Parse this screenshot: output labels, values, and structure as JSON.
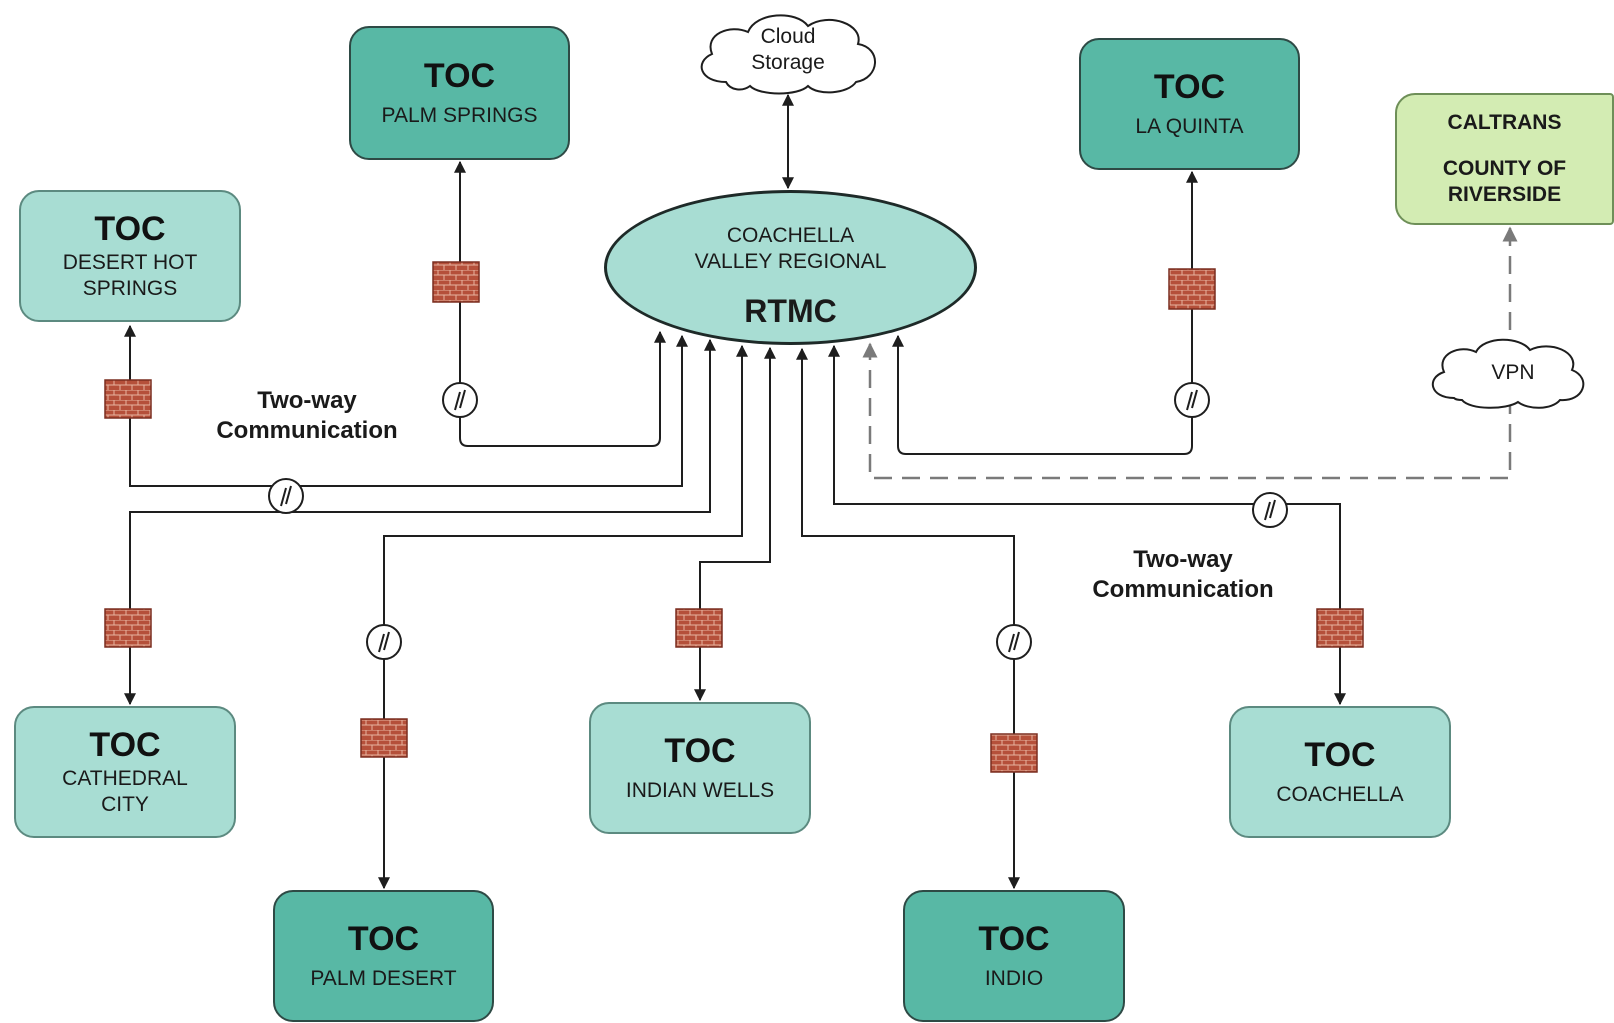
{
  "hub": {
    "subtitle": [
      "COACHELLA",
      "VALLEY REGIONAL"
    ],
    "title": "RTMC"
  },
  "cloud_storage": [
    "Cloud",
    "Storage"
  ],
  "vpn": "VPN",
  "comm_left": [
    "Two-way",
    "Communication"
  ],
  "comm_right": [
    "Two-way",
    "Communication"
  ],
  "tocs": {
    "palm_springs": {
      "title": "TOC",
      "name": [
        "PALM SPRINGS"
      ]
    },
    "la_quinta": {
      "title": "TOC",
      "name": [
        "LA QUINTA"
      ]
    },
    "desert_hot_springs": {
      "title": "TOC",
      "name": [
        "DESERT HOT",
        "SPRINGS"
      ]
    },
    "cathedral_city": {
      "title": "TOC",
      "name": [
        "CATHEDRAL",
        "CITY"
      ]
    },
    "palm_desert": {
      "title": "TOC",
      "name": [
        "PALM DESERT"
      ]
    },
    "indian_wells": {
      "title": "TOC",
      "name": [
        "INDIAN WELLS"
      ]
    },
    "indio": {
      "title": "TOC",
      "name": [
        "INDIO"
      ]
    },
    "coachella": {
      "title": "TOC",
      "name": [
        "COACHELLA"
      ]
    }
  },
  "agencies": [
    "CALTRANS",
    "COUNTY OF",
    "RIVERSIDE"
  ],
  "colors": {
    "toc_dark": "#58b8a5",
    "toc_light": "#a8ddd3",
    "agency": "#d3ecb3",
    "firewall": "#b5503a",
    "connector": "#1e1e1e",
    "vpn_link": "#7a7a7a"
  },
  "icons": [
    "firewall-icon",
    "switch-icon",
    "cloud-icon"
  ]
}
